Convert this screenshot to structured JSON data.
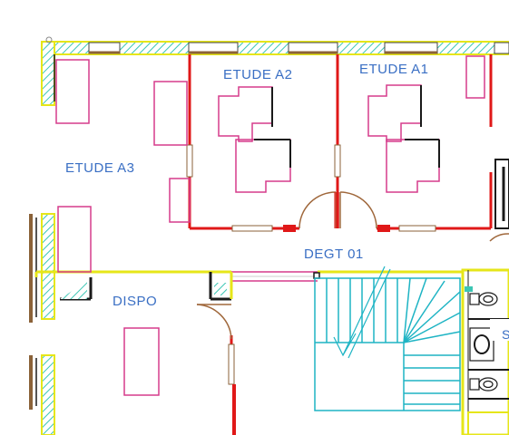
{
  "colors": {
    "wall_yellow": "#e6e619",
    "hatch_teal": "#3cc6b4",
    "partition_red": "#e01818",
    "furniture_pink": "#d63c8c",
    "window_brown": "#8b6239",
    "door_brown": "#a0683c",
    "stair_cyan": "#1eb4c4",
    "dark": "#1a1a1a",
    "label_blue": "#3a6fc4"
  },
  "rooms": {
    "etude_a2": "ETUDE A2",
    "etude_a1": "ETUDE A1",
    "etude_a3": "ETUDE A3",
    "degt_01": "DEGT 01",
    "dispo": "DISPO"
  },
  "fixtures": {
    "right_edge_letter": "S"
  }
}
